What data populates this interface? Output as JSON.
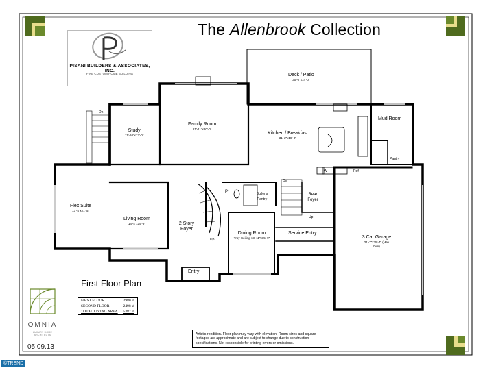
{
  "header": {
    "title_pre": "The ",
    "title_italic": "Allenbrook",
    "title_post": " Collection"
  },
  "logo": {
    "builder_name": "PISANI BUILDERS & ASSOCIATES, INC.",
    "tagline": "FINE CUSTOM   HOME BUILDING"
  },
  "rooms": {
    "deck": {
      "name": "Deck / Patio",
      "dim": "30'-0\"x14'-0\""
    },
    "study": {
      "name": "Study",
      "dim": "11'-10\"x13'-0\""
    },
    "family": {
      "name": "Family Room",
      "dim": "21'-11\"x20'-0\""
    },
    "kitchen": {
      "name": "Kitchen / Breakfast",
      "dim": "31'-2\"x18'-0\""
    },
    "mud": {
      "name": "Mud Room",
      "dim": ""
    },
    "pantry": {
      "name": "Pantry",
      "dim": ""
    },
    "flex": {
      "name": "Flex Suite",
      "dim": "13'-4\"x21'-5\""
    },
    "living": {
      "name": "Living Room",
      "dim": "14'-4\"x15'-9\""
    },
    "foyer": {
      "name": "2 Story Foyer",
      "dim": ""
    },
    "powder": {
      "name": "Pr",
      "dim": ""
    },
    "butler": {
      "name": "Butler's Pantry",
      "dim": ""
    },
    "dining": {
      "name": "Dining Room",
      "dim": "Tray Ceiling 13'-11\"x15'-9\""
    },
    "rearfoyer": {
      "name": "Rear Foyer",
      "dim": ""
    },
    "service": {
      "name": "Service Entry",
      "dim": ""
    },
    "garage": {
      "name": "3 Car Garage",
      "dim": "21'-7\"x35'-7\" (Max Dim)"
    },
    "entry": {
      "name": "Entry",
      "dim": ""
    }
  },
  "stair_labels": {
    "dn1": "Dn",
    "dn2": "Dn",
    "up1": "Up",
    "up2": "Up",
    "wd": "W",
    "ref": "Ref"
  },
  "plan_label": "First Floor Plan",
  "areas": [
    {
      "label": "FIRST FLOOR",
      "value": "2980 sf"
    },
    {
      "label": "SECOND FLOOR",
      "value": "2498 sf"
    },
    {
      "label": "TOTAL LIVING AREA",
      "value": "5387 sf"
    }
  ],
  "disclaimer": "Artist's rendition.  Floor plan may vary with elevation. Room sizes and square footages are approximate and are subject to change due to construction specifications. Not responsible for printing errors or omissions.",
  "omnia": {
    "word": "OMNIA",
    "sub": "LUXURY HOME ARCHITECTS"
  },
  "date": "05.09.13",
  "watermark": "©TREND",
  "colors": {
    "accent_dark": "#4f6b1e",
    "accent_light": "#e8dd8c",
    "wall": "#000000"
  }
}
